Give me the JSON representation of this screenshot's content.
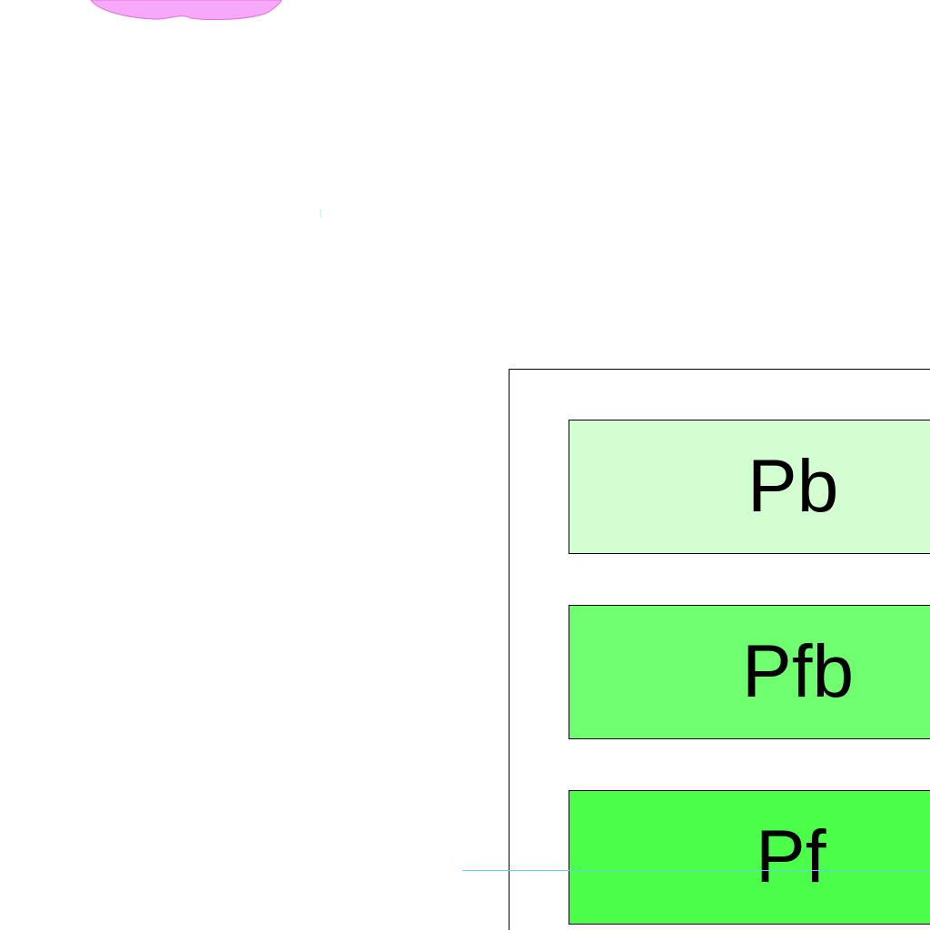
{
  "colors": {
    "blob_fill": "#f8a8f8",
    "box_pb_fill": "#d2fed2",
    "box_pfb_fill": "#6ffe6f",
    "box_pf_fill": "#4afe4a",
    "guide_line": "#5fd3e8"
  },
  "boxes": [
    {
      "label": "Pb"
    },
    {
      "label": "Pfb"
    },
    {
      "label": "Pf"
    }
  ]
}
